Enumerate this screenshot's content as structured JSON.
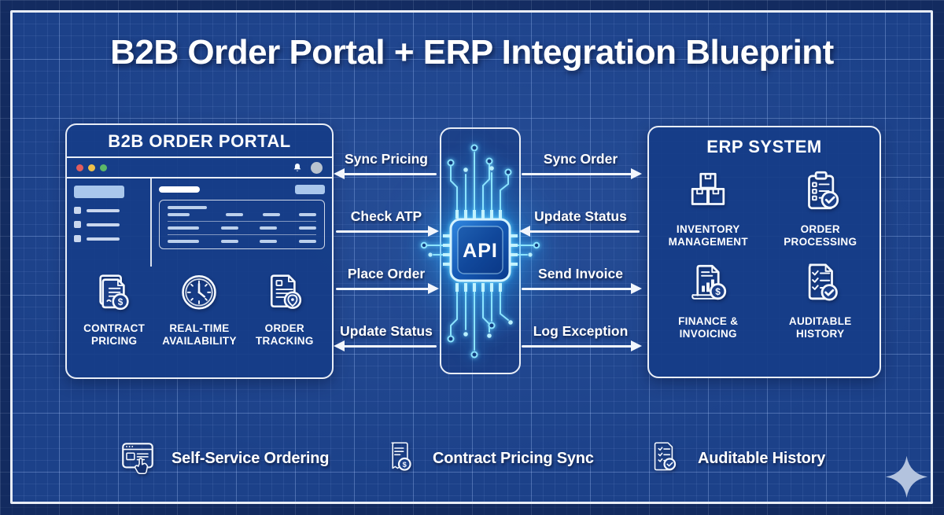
{
  "title": "B2B Order Portal + ERP Integration Blueprint",
  "portal": {
    "title": "B2B ORDER PORTAL",
    "features": [
      {
        "icon": "document-dollar-icon",
        "line1": "CONTRACT",
        "line2": "PRICING"
      },
      {
        "icon": "clock-icon",
        "line1": "REAL-TIME",
        "line2": "AVAILABILITY"
      },
      {
        "icon": "document-pin-icon",
        "line1": "ORDER",
        "line2": "TRACKING"
      }
    ]
  },
  "api_hub": {
    "chip_label": "API"
  },
  "flows_portal_api": [
    {
      "label": "Sync Pricing",
      "direction": "left"
    },
    {
      "label": "Check ATP",
      "direction": "right"
    },
    {
      "label": "Place Order",
      "direction": "right"
    },
    {
      "label": "Update Status",
      "direction": "left"
    }
  ],
  "flows_api_erp": [
    {
      "label": "Sync Order",
      "direction": "right"
    },
    {
      "label": "Update Status",
      "direction": "left"
    },
    {
      "label": "Send Invoice",
      "direction": "right"
    },
    {
      "label": "Log Exception",
      "direction": "right"
    }
  ],
  "erp": {
    "title": "ERP SYSTEM",
    "modules": [
      {
        "icon": "inventory-boxes-icon",
        "line1": "INVENTORY",
        "line2": "MANAGEMENT"
      },
      {
        "icon": "clipboard-check-icon",
        "line1": "ORDER",
        "line2": "PROCESSING"
      },
      {
        "icon": "finance-chart-dollar-icon",
        "line1": "FINANCE &",
        "line2": "INVOICING"
      },
      {
        "icon": "checklist-check-icon",
        "line1": "AUDITABLE",
        "line2": "HISTORY"
      }
    ]
  },
  "footer_benefits": [
    {
      "icon": "browser-hand-icon",
      "label": "Self-Service Ordering"
    },
    {
      "icon": "receipt-dollar-icon",
      "label": "Contract Pricing Sync"
    },
    {
      "icon": "checklist-badge-icon",
      "label": "Auditable History"
    }
  ],
  "colors": {
    "background": "#1c4189",
    "panel_fill": "#163d88",
    "line_white": "#e9eef7",
    "accent_glow": "#3fd0ff",
    "ui_light_blue": "#a9c7ec",
    "traffic_red": "#e25d5d",
    "traffic_yellow": "#eec04b",
    "traffic_green": "#5cb868"
  }
}
